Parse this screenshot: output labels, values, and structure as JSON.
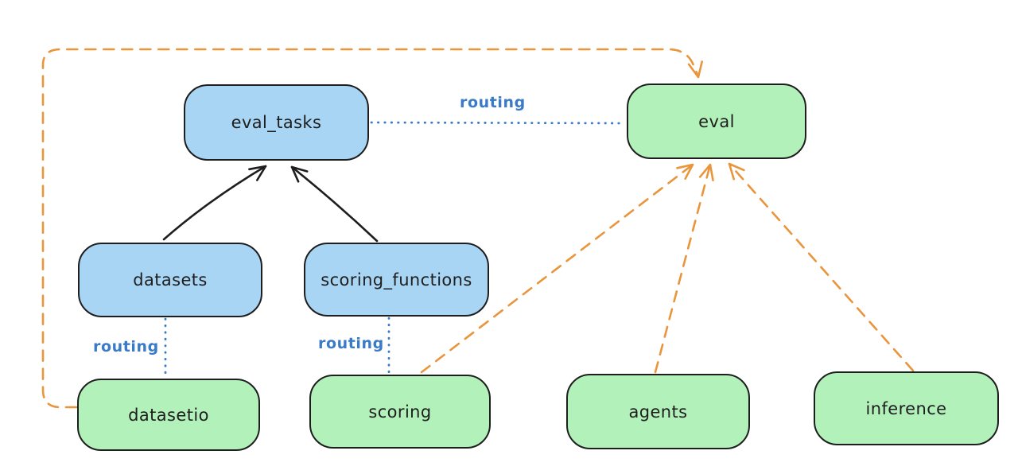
{
  "colors": {
    "background": "#ffffff",
    "node_blue_fill": "#a9d5f5",
    "node_green_fill": "#b3f1bb",
    "node_border": "#1e1e1e",
    "arrow_black": "#1e1e1e",
    "arrow_orange": "#e9953c",
    "routing_blue": "#3a7bc8"
  },
  "nodes": {
    "eval_tasks": {
      "label": "eval_tasks",
      "fill": "blue"
    },
    "eval": {
      "label": "eval",
      "fill": "green"
    },
    "datasets": {
      "label": "datasets",
      "fill": "blue"
    },
    "scoring_functions": {
      "label": "scoring_functions",
      "fill": "blue"
    },
    "datasetio": {
      "label": "datasetio",
      "fill": "green"
    },
    "scoring": {
      "label": "scoring",
      "fill": "green"
    },
    "agents": {
      "label": "agents",
      "fill": "green"
    },
    "inference": {
      "label": "inference",
      "fill": "green"
    }
  },
  "edges": {
    "routing_label_top": "routing",
    "routing_label_datasets": "routing",
    "routing_label_scoring": "routing"
  }
}
